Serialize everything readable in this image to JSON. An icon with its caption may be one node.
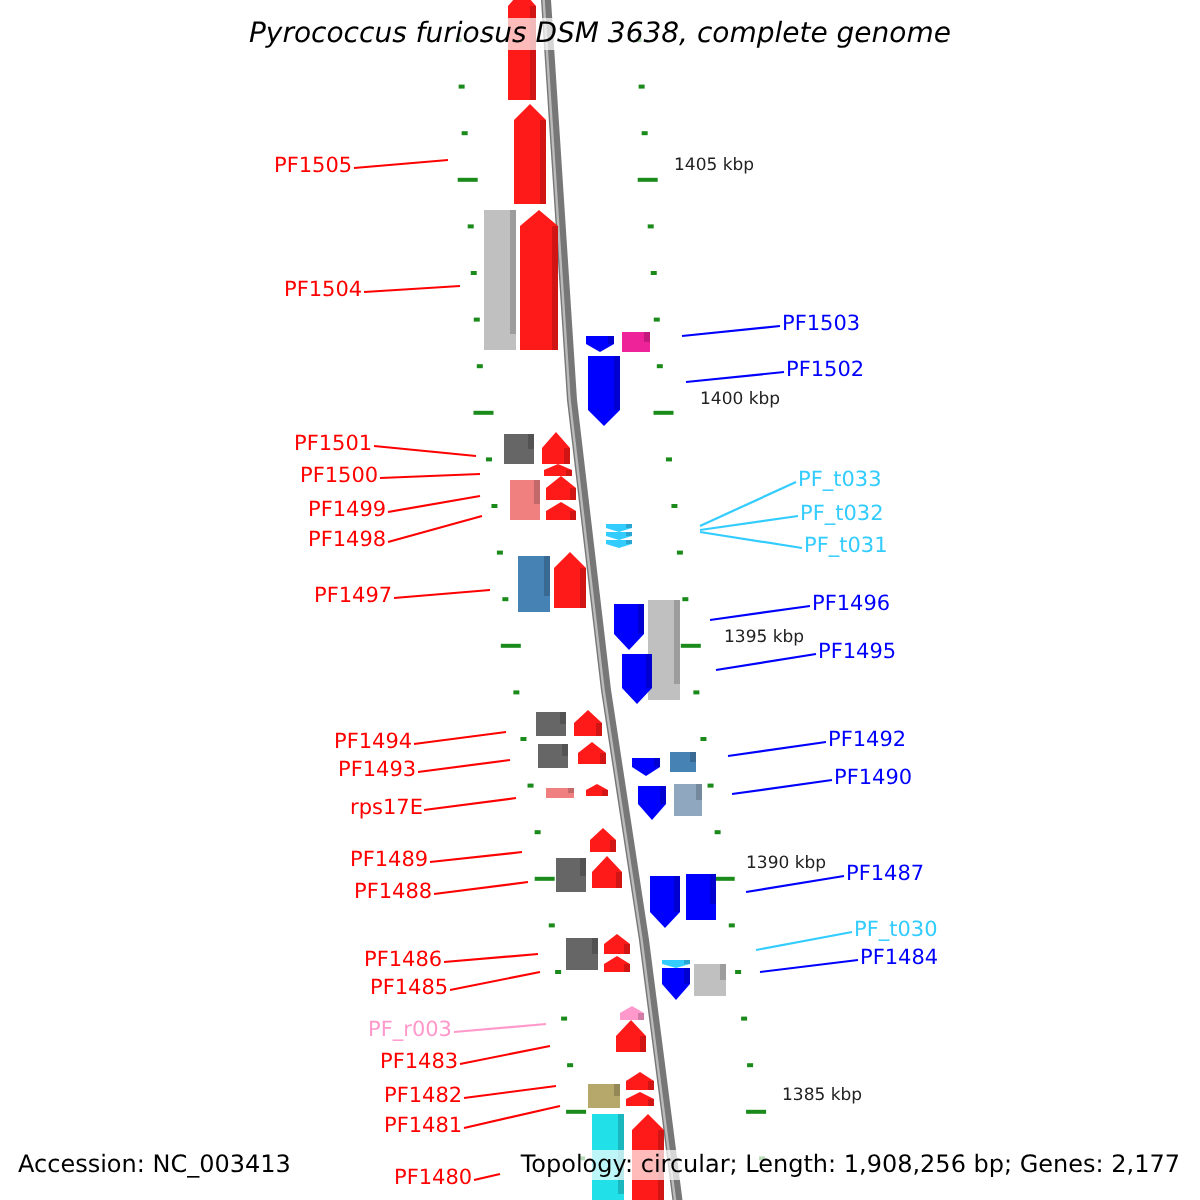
{
  "diagram": {
    "title": "Pyrococcus furiosus DSM 3638, complete genome",
    "nodes": [
      {
        "text": [
          "PF1505"
        ]
      },
      {
        "text": [
          "PF1504"
        ]
      },
      {
        "text": [
          "PF1503"
        ]
      },
      {
        "text": [
          "PF1502"
        ]
      },
      {
        "text": [
          "PF1501"
        ]
      },
      {
        "text": [
          "PF1500"
        ]
      },
      {
        "text": [
          "PF_t033"
        ]
      },
      {
        "text": [
          "PF1499"
        ]
      },
      {
        "text": [
          "PF_t032"
        ]
      },
      {
        "text": [
          "PF1498"
        ]
      },
      {
        "text": [
          "PF_t031"
        ]
      },
      {
        "text": [
          "PF1497"
        ]
      },
      {
        "text": [
          "PF1496"
        ]
      },
      {
        "text": [
          "PF1495"
        ]
      },
      {
        "text": [
          "PF1494"
        ]
      },
      {
        "text": [
          "PF1492"
        ]
      },
      {
        "text": [
          "PF1493"
        ]
      },
      {
        "text": [
          "PF1490"
        ]
      },
      {
        "text": [
          "rps17E"
        ]
      },
      {
        "text": [
          "PF1489"
        ]
      },
      {
        "text": [
          "PF1487"
        ]
      },
      {
        "text": [
          "PF1488"
        ]
      },
      {
        "text": [
          "PF_t030"
        ]
      },
      {
        "text": [
          "PF1486"
        ]
      },
      {
        "text": [
          "PF1484"
        ]
      },
      {
        "text": [
          "PF1485"
        ]
      },
      {
        "text": [
          "PF_r003"
        ]
      },
      {
        "text": [
          "PF1483"
        ]
      },
      {
        "text": [
          "PF1482"
        ]
      },
      {
        "text": [
          "PF1481"
        ]
      },
      {
        "text": [
          "PF1480"
        ]
      }
    ],
    "edges": [
      {
        "from": 0,
        "to": null,
        "arrow": "none"
      },
      {
        "from": 1,
        "to": null,
        "arrow": "none"
      },
      {
        "from": 2,
        "to": null,
        "arrow": "none",
        "color": "#0000ff"
      },
      {
        "from": 3,
        "to": null,
        "arrow": "none",
        "color": "#0000ff"
      },
      {
        "from": 4,
        "to": null,
        "arrow": "none"
      },
      {
        "from": 5,
        "to": null,
        "arrow": "none"
      },
      {
        "from": 6,
        "to": null,
        "arrow": "none",
        "color": "#33ccff"
      },
      {
        "from": 7,
        "to": null,
        "arrow": "none"
      },
      {
        "from": 8,
        "to": null,
        "arrow": "none",
        "color": "#33ccff"
      },
      {
        "from": 9,
        "to": null,
        "arrow": "none"
      },
      {
        "from": 10,
        "to": null,
        "arrow": "none",
        "color": "#33ccff"
      },
      {
        "from": 11,
        "to": null,
        "arrow": "none"
      },
      {
        "from": 12,
        "to": null,
        "arrow": "none",
        "color": "#0000ff"
      },
      {
        "from": 13,
        "to": null,
        "arrow": "none",
        "color": "#0000ff"
      },
      {
        "from": 14,
        "to": null,
        "arrow": "none"
      },
      {
        "from": 15,
        "to": null,
        "arrow": "none",
        "color": "#0000ff"
      },
      {
        "from": 16,
        "to": null,
        "arrow": "none"
      },
      {
        "from": 17,
        "to": null,
        "arrow": "none",
        "color": "#0000ff"
      },
      {
        "from": 18,
        "to": null,
        "arrow": "none"
      },
      {
        "from": 19,
        "to": null,
        "arrow": "none"
      },
      {
        "from": 20,
        "to": null,
        "arrow": "none",
        "color": "#0000ff"
      },
      {
        "from": 21,
        "to": null,
        "arrow": "none"
      },
      {
        "from": 22,
        "to": null,
        "arrow": "none",
        "color": "#33ccff"
      },
      {
        "from": 23,
        "to": null,
        "arrow": "none"
      },
      {
        "from": 24,
        "to": null,
        "arrow": "none",
        "color": "#0000ff"
      },
      {
        "from": 25,
        "to": null,
        "arrow": "none"
      },
      {
        "from": 26,
        "to": null,
        "arrow": "none",
        "color": "#ff99cc"
      },
      {
        "from": 27,
        "to": null,
        "arrow": "none"
      },
      {
        "from": 28,
        "to": null,
        "arrow": "none"
      },
      {
        "from": 29,
        "to": null,
        "arrow": "none"
      },
      {
        "from": 30,
        "to": null,
        "arrow": "none"
      }
    ],
    "labels": [
      "1405 kbp",
      "1400 kbp",
      "1395 kbp",
      "1390 kbp",
      "1385 kbp",
      "Accession: NC_003413",
      "Topology: circular; Length: 1,908,256 bp; Genes: 2,177"
    ]
  }
}
